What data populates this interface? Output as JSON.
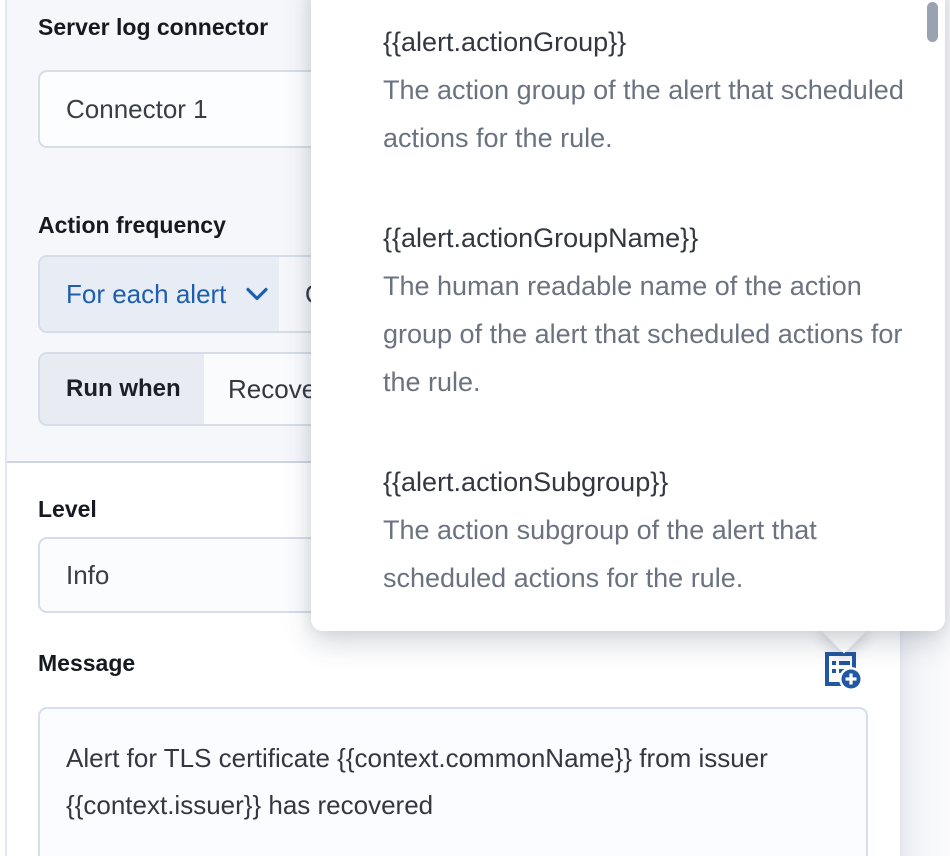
{
  "form": {
    "section_title": "Server log connector",
    "connector_value": "Connector 1",
    "action_frequency_label": "Action frequency",
    "frequency_value": "For each alert",
    "frequency_interval_value": "On check intervals",
    "run_when_label": "Run when",
    "run_when_value": "Recovered",
    "level_label": "Level",
    "level_value": "Info",
    "message_label": "Message",
    "message_value": "Alert for TLS certificate {{context.commonName}} from issuer {{context.issuer}} has recovered"
  },
  "popover": {
    "items": [
      {
        "variable": "{{alert.actionGroup}}",
        "description": "The action group of the alert that scheduled actions for the rule."
      },
      {
        "variable": "{{alert.actionGroupName}}",
        "description": "The human readable name of the action group of the alert that scheduled actions for the rule."
      },
      {
        "variable": "{{alert.actionSubgroup}}",
        "description": "The action subgroup of the alert that scheduled actions for the rule."
      }
    ]
  },
  "icons": {
    "add_variable": "add-variable-icon",
    "chevron_down": "chevron-down-icon"
  },
  "colors": {
    "accent_blue": "#1d5fae",
    "icon_blue": "#2058a4",
    "panel_header_bg": "#f6f7fb",
    "field_border": "#d6dde9",
    "text_dark": "#343741",
    "text_gray": "#6b7280"
  }
}
